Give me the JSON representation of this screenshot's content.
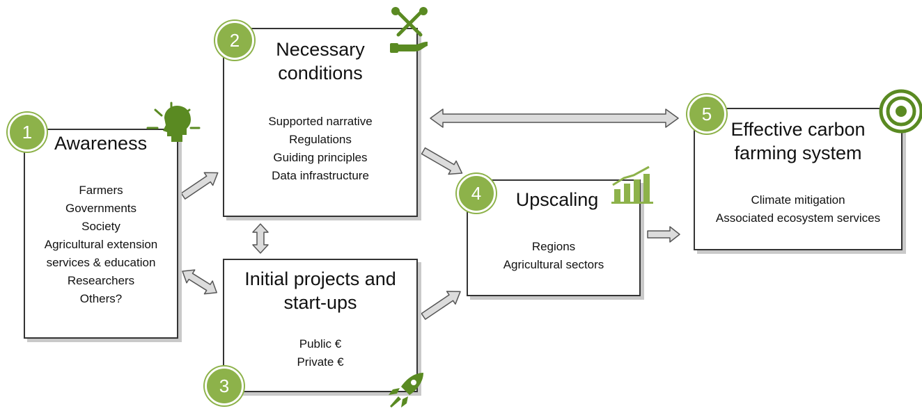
{
  "colors": {
    "accent": "#8db24a",
    "arrow_fill": "#dcdcdc",
    "arrow_stroke": "#555555",
    "box_border": "#333333"
  },
  "steps": [
    {
      "number": "1",
      "title": [
        "Awareness"
      ],
      "items": [
        "Farmers",
        "Governments",
        "Society",
        "Agricultural extension",
        "services & education",
        "Researchers",
        "Others?"
      ],
      "icon": "head-ideas-icon"
    },
    {
      "number": "2",
      "title": [
        "Necessary",
        "conditions"
      ],
      "items": [
        "Supported narrative",
        "Regulations",
        "Guiding principles",
        "Data infrastructure"
      ],
      "icon": "tools-icon"
    },
    {
      "number": "3",
      "title": [
        "Initial projects and",
        "start-ups"
      ],
      "items": [
        "Public €",
        "Private €"
      ],
      "icon": "rocket-icon"
    },
    {
      "number": "4",
      "title": [
        "Upscaling"
      ],
      "items": [
        "Regions",
        "Agricultural sectors"
      ],
      "icon": "growth-chart-icon"
    },
    {
      "number": "5",
      "title": [
        "Effective carbon",
        "farming system"
      ],
      "items": [
        "Climate mitigation",
        "Associated ecosystem services"
      ],
      "icon": "target-icon"
    }
  ]
}
